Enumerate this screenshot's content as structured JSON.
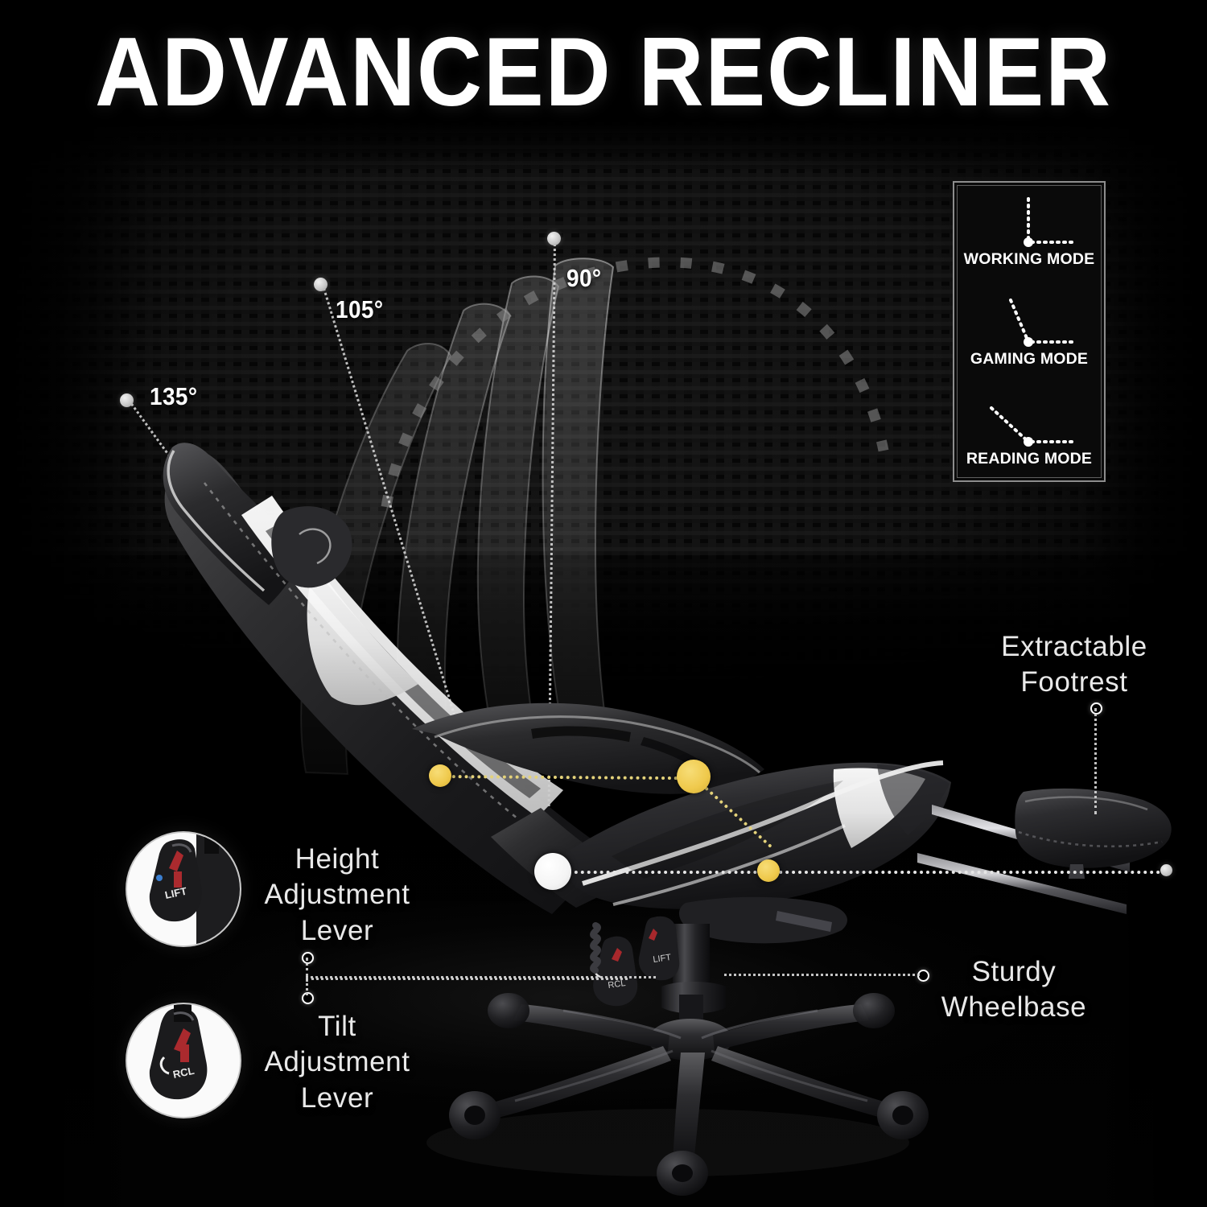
{
  "page": {
    "title": "ADVANCED RECLINER",
    "background_color": "#050505",
    "accent_color": "#efc94c",
    "text_color": "#e9e9e9"
  },
  "angles": [
    {
      "id": "a135",
      "label": "135°"
    },
    {
      "id": "a105",
      "label": "105°"
    },
    {
      "id": "a90",
      "label": "90°"
    }
  ],
  "legend": {
    "items": [
      {
        "label": "WORKING MODE",
        "tilt_deg": 0
      },
      {
        "label": "GAMING MODE",
        "tilt_deg": 22
      },
      {
        "label": "READING MODE",
        "tilt_deg": 46
      }
    ]
  },
  "callouts": {
    "height_lever": {
      "label": "Height\nAdjustment\nLever",
      "inset_text": "LIFT"
    },
    "tilt_lever": {
      "label": "Tilt\nAdjustment\nLever",
      "inset_text": "RCL"
    },
    "footrest": {
      "label": "Extractable\nFootrest"
    },
    "wheelbase": {
      "label": "Sturdy\nWheelbase"
    }
  },
  "icons": {
    "marker_dot": "circle-marker-icon",
    "leader_line": "dotted-leader-line-icon",
    "angle_ray": "angle-ray-icon",
    "recline_arc": "recline-sweep-arc-icon",
    "pivot_dot": "pivot-point-dot-icon"
  }
}
